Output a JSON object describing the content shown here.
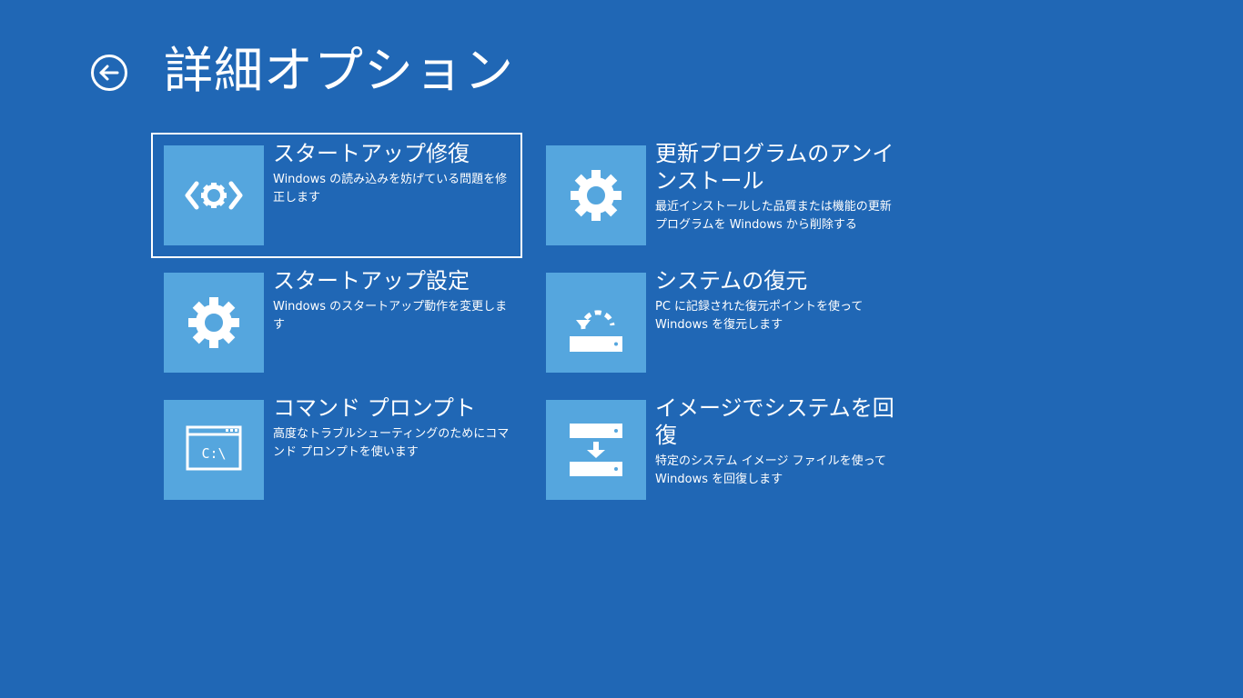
{
  "header": {
    "title": "詳細オプション"
  },
  "icons": {
    "back": "back-arrow-circle-icon",
    "startup_repair": "code-gear-icon",
    "uninstall_updates": "gear-icon",
    "startup_settings": "gear-icon",
    "system_restore": "drive-restore-icon",
    "command_prompt": "command-prompt-icon",
    "image_recovery": "drive-download-icon"
  },
  "colors": {
    "background": "#2067b5",
    "tile_icon_bg": "#55a6de",
    "text": "#ffffff"
  },
  "options": {
    "startup_repair": {
      "title": "スタートアップ修復",
      "desc": "Windows の読み込みを妨げている問題を修正します"
    },
    "uninstall_updates": {
      "title": "更新プログラムのアンインストール",
      "desc": "最近インストールした品質または機能の更新プログラムを Windows から削除する"
    },
    "startup_settings": {
      "title": "スタートアップ設定",
      "desc": "Windows のスタートアップ動作を変更します"
    },
    "system_restore": {
      "title": "システムの復元",
      "desc": "PC に記録された復元ポイントを使って Windows を復元します"
    },
    "command_prompt": {
      "title": "コマンド プロンプト",
      "desc": "高度なトラブルシューティングのためにコマンド プロンプトを使います"
    },
    "image_recovery": {
      "title": "イメージでシステムを回復",
      "desc": "特定のシステム イメージ ファイルを使って Windows を回復します"
    }
  },
  "cmd_icon_text": "C:\\"
}
